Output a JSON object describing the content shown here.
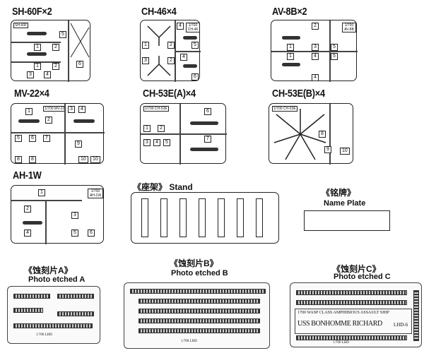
{
  "sprues": {
    "sh60f": {
      "title": "SH-60F×2",
      "tag": "SH-60F",
      "parts": [
        "1",
        "2",
        "5",
        "1",
        "2",
        "3",
        "4",
        "6"
      ]
    },
    "ch46": {
      "title": "CH-46×4",
      "tag": "1/700 CH-46",
      "parts": [
        "1",
        "2",
        "3",
        "2",
        "4",
        "5",
        "4",
        "6"
      ]
    },
    "av8b": {
      "title": "AV-8B×2",
      "tag": "1/700 AV-8B",
      "parts": [
        "2",
        "1",
        "3",
        "5",
        "1",
        "4",
        "5",
        "4"
      ]
    },
    "mv22": {
      "title": "MV-22×4",
      "tag": "1/700 MV-22",
      "parts": [
        "1",
        "3",
        "4",
        "2",
        "5",
        "6",
        "7",
        "9",
        "8",
        "8",
        "10",
        "10"
      ]
    },
    "ch53a": {
      "title": "CH-53E(A)×4",
      "tag": "1/700 CH-53E",
      "parts": [
        "6",
        "1",
        "2",
        "3",
        "4",
        "5",
        "7"
      ]
    },
    "ch53b": {
      "title": "CH-53E(B)×4",
      "tag": "1/700 CH-53E",
      "parts": [
        "8",
        "9",
        "10"
      ]
    },
    "ah1w": {
      "title": "AH-1W",
      "tag": "1/700 AH-1W",
      "parts": [
        "1",
        "2",
        "3",
        "4",
        "5",
        "6"
      ]
    }
  },
  "stand": {
    "title": "《座架》",
    "subtitle": "Stand"
  },
  "nameplate": {
    "title": "《铭牌》",
    "subtitle": "Name Plate"
  },
  "pe_a": {
    "title": "《蚀刻片A》",
    "subtitle": "Photo etched A",
    "code": "1:700 LHD"
  },
  "pe_b": {
    "title": "《蚀刻片B》",
    "subtitle": "Photo etched B",
    "code": "1:700 LHD"
  },
  "pe_c": {
    "title": "《蚀刻片C》",
    "subtitle": "Photo etched C",
    "line1": "1700 WASP CLASS AMPHIBIOUS ASSAULT SHIP",
    "line2": "USS BONHOMME RICHARD",
    "hull": "LHD-6",
    "code": "1:700 LHD"
  }
}
